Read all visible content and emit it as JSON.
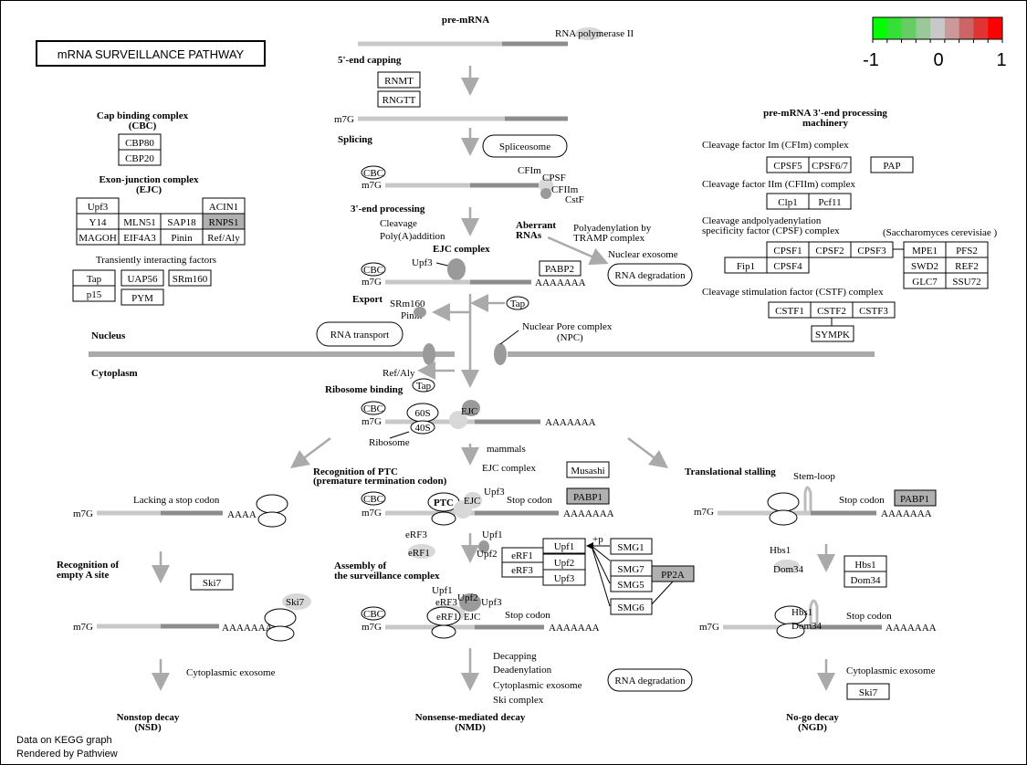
{
  "title": "mRNA SURVEILLANCE PATHWAY",
  "legend": {
    "min": "-1",
    "mid": "0",
    "max": "1",
    "colors": [
      "#00ff00",
      "#33e033",
      "#66cc66",
      "#99c899",
      "#c8c8c8",
      "#cc9999",
      "#cc6666",
      "#e03333",
      "#ff0000"
    ]
  },
  "footer": {
    "line1": "Data on KEGG graph",
    "line2": "Rendered by Pathview"
  },
  "labels": {
    "pre_mrna": "pre-mRNA",
    "rna_pol2": "RNA polymerase II",
    "capping": "5'-end capping",
    "splicing": "Splicing",
    "spliceosome": "Spliceosome",
    "processing3": "3'-end processing",
    "cleavage": "Cleavage",
    "polya": "Poly(A)addition",
    "ejc_complex": "EJC complex",
    "export": "Export",
    "aberrant": "Aberrant",
    "rnas": "RNAs",
    "polyadenylation1": "Polyadenylation by",
    "polyadenylation2": "TRAMP complex",
    "nuclear_exosome": "Nuclear exosome",
    "rna_degradation": "RNA degradation",
    "nucleus": "Nucleus",
    "cytoplasm": "Cytoplasm",
    "rna_transport": "RNA transport",
    "npc1": "Nuclear Pore complex",
    "npc2": "(NPC)",
    "ribosome_binding": "Ribosome binding",
    "ribosome": "Ribosome",
    "s60": "60S",
    "s40": "40S",
    "ejc": "EJC",
    "mammals": "mammals",
    "ejc_complex2": "EJC complex",
    "rec_ptc1": "Recognition of PTC",
    "rec_ptc2": "(premature termination codon)",
    "translational_stalling": "Translational stalling",
    "stem_loop": "Stem-loop",
    "lacking_stop": "Lacking a stop codon",
    "rec_empty1": "Recognition of",
    "rec_empty2": "empty A site",
    "stop_codon": "Stop codon",
    "ptc": "PTC",
    "assembly1": "Assembly of",
    "assembly2": "the surveillance complex",
    "cyto_exosome": "Cytoplasmic exosome",
    "decapping": "Decapping",
    "deadenylation": "Deadenylation",
    "ski_complex": "Ski complex",
    "nonstop1": "Nonstop decay",
    "nonstop2": "(NSD)",
    "nmd1": "Nonsense-mediated decay",
    "nmd2": "(NMD)",
    "ngd1": "No-go decay",
    "ngd2": "(NGD)",
    "cbc_title1": "Cap binding complex",
    "cbc_title2": "(CBC)",
    "ejc_title1": "Exon-junction complex",
    "ejc_title2": "(EJC)",
    "transient": "Transiently interacting factors",
    "pre3_title1": "pre-mRNA 3'-end processing",
    "pre3_title2": "machinery",
    "cfim": "Cleavage factor Im (CFIm) complex",
    "cfiim": "Cleavage factor IIm (CFIIm) complex",
    "cpsf1": "Cleavage andpolyadenylation",
    "cpsf2": "specificity factor (CPSF) complex",
    "yeast": "(Saccharomyces cerevisiae )",
    "cstf": "Cleavage stimulation factor (CSTF) complex",
    "m7g": "m7G",
    "cbc": "CBC",
    "polya_tail": "AAAAAAA",
    "polya_short": "AAAA",
    "cfim_lbl": "CFIm",
    "cpsf_lbl": "CPSF",
    "cfiim_lbl": "CFIIm",
    "cstf_lbl": "CstF",
    "upf3": "Upf3",
    "upf1": "Upf1",
    "upf2": "Upf2",
    "tap": "Tap",
    "srm160": "SRm160",
    "pinin": "Pinin",
    "refaly": "Ref/Aly",
    "erf3": "eRF3",
    "erf1": "eRF1",
    "hbs1": "Hbs1",
    "dom34": "Dom34",
    "ski7": "Ski7",
    "p": "+p"
  },
  "genes": {
    "rnmt": "RNMT",
    "rngtt": "RNGTT",
    "cbp80": "CBP80",
    "cbp20": "CBP20",
    "upf3": "Upf3",
    "acin1": "ACIN1",
    "y14": "Y14",
    "mln51": "MLN51",
    "sap18": "SAP18",
    "rnps1": "RNPS1",
    "magoh": "MAGOH",
    "eif4a3": "EIF4A3",
    "pinin": "Pinin",
    "refaly": "Ref/Aly",
    "tap": "Tap",
    "uap56": "UAP56",
    "srm160": "SRm160",
    "p15": "p15",
    "pym": "PYM",
    "pabp2": "PABP2",
    "musashi": "Musashi",
    "pabp1a": "PABP1",
    "pabp1b": "PABP1",
    "ski7a": "Ski7",
    "ski7b": "Ski7",
    "erf1": "eRF1",
    "erf3": "eRF3",
    "upf1": "Upf1",
    "upf2": "Upf2",
    "upf3b": "Upf3",
    "smg1": "SMG1",
    "smg7": "SMG7",
    "smg5": "SMG5",
    "smg6": "SMG6",
    "pp2a": "PP2A",
    "hbs1": "Hbs1",
    "dom34": "Dom34",
    "cpsf5": "CPSF5",
    "cpsf67": "CPSF6/7",
    "pap": "PAP",
    "clp1": "Clp1",
    "pcf11": "Pcf11",
    "cpsf1": "CPSF1",
    "cpsf2": "CPSF2",
    "cpsf3": "CPSF3",
    "fip1": "Fip1",
    "cpsf4": "CPSF4",
    "mpe1": "MPE1",
    "pfs2": "PFS2",
    "swd2": "SWD2",
    "ref2": "REF2",
    "glc7": "GLC7",
    "ssu72": "SSU72",
    "cstf1": "CSTF1",
    "cstf2": "CSTF2",
    "cstf3": "CSTF3",
    "sympk": "SYMPK"
  },
  "highlighted_genes": [
    "RNPS1",
    "PABP1",
    "PP2A"
  ]
}
